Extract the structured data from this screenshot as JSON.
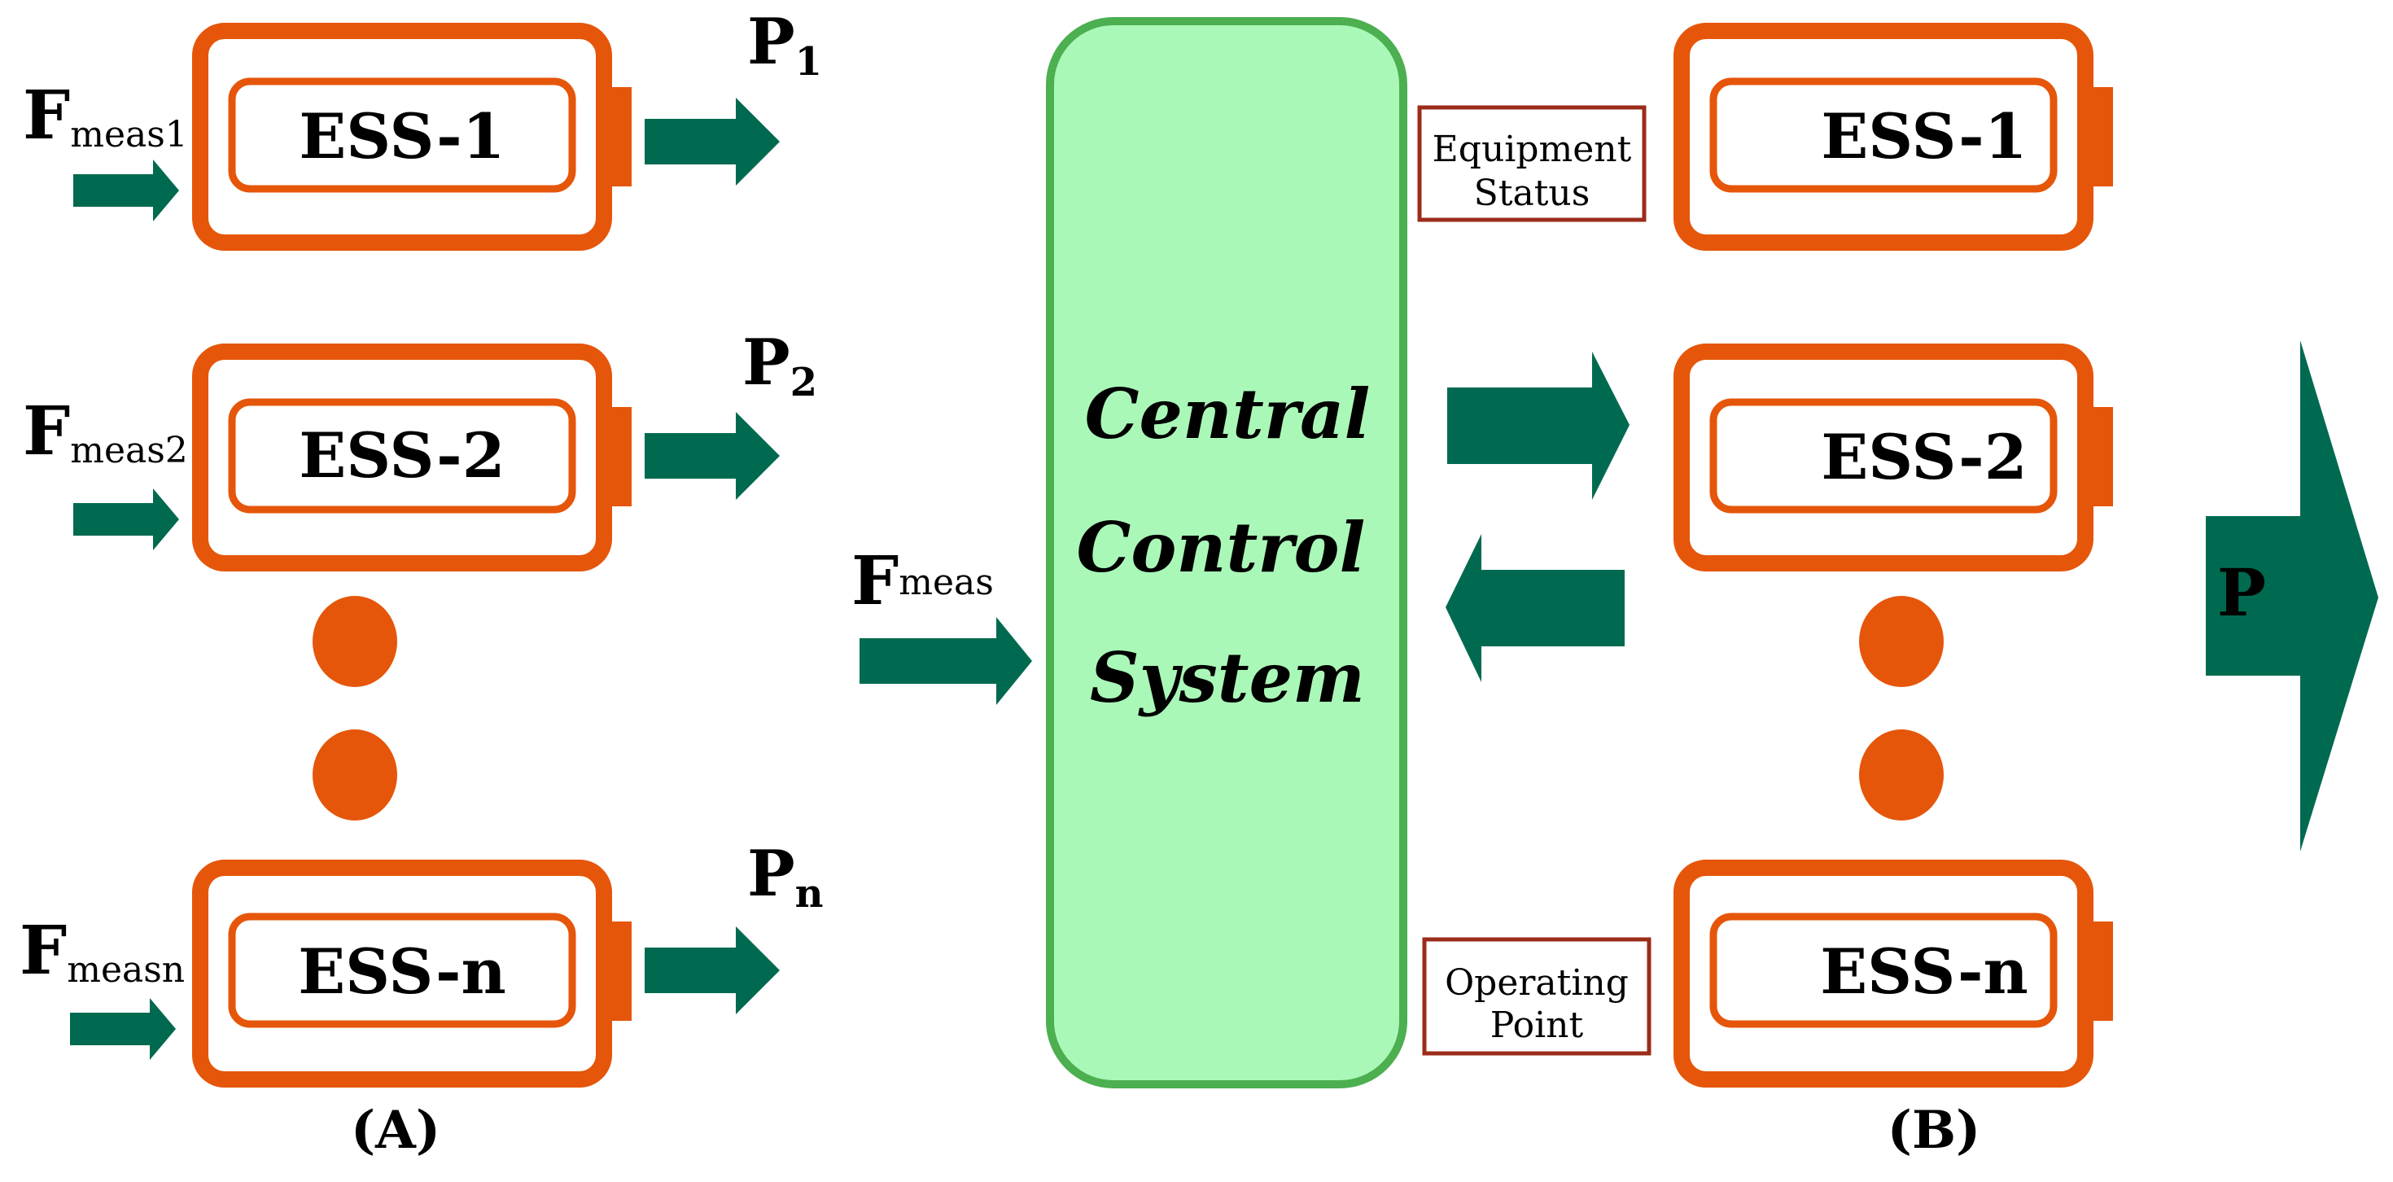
{
  "colors": {
    "battery": "#E5560A",
    "arrow": "#006A50",
    "control_fill": "#AAF8B8",
    "control_border": "#4CAF50",
    "label_border": "#9B2C1A",
    "p_text": "#AAF8B8"
  },
  "panel_a": {
    "caption": "(A)",
    "units": [
      {
        "label": "ESS-1",
        "input_main": "F",
        "input_sub": "meas1",
        "output_main": "P",
        "output_sub": "1"
      },
      {
        "label": "ESS-2",
        "input_main": "F",
        "input_sub": "meas2",
        "output_main": "P",
        "output_sub": "2"
      },
      {
        "label": "ESS-n",
        "input_main": "F",
        "input_sub": "measn",
        "output_main": "P",
        "output_sub": "n"
      }
    ]
  },
  "panel_b": {
    "caption": "(B)",
    "input_main": "F",
    "input_sub": "meas",
    "control_lines": [
      "Central",
      "Control",
      "System"
    ],
    "status_lines": [
      "Equipment",
      "Status"
    ],
    "operating_lines": [
      "Operating",
      "Point"
    ],
    "units": [
      "ESS-1",
      "ESS-2",
      "ESS-n"
    ],
    "output_label": "P"
  },
  "icons": {
    "battery": "battery-icon",
    "arrow": "arrow-right-icon",
    "dots": "ellipsis-dot-icon"
  }
}
